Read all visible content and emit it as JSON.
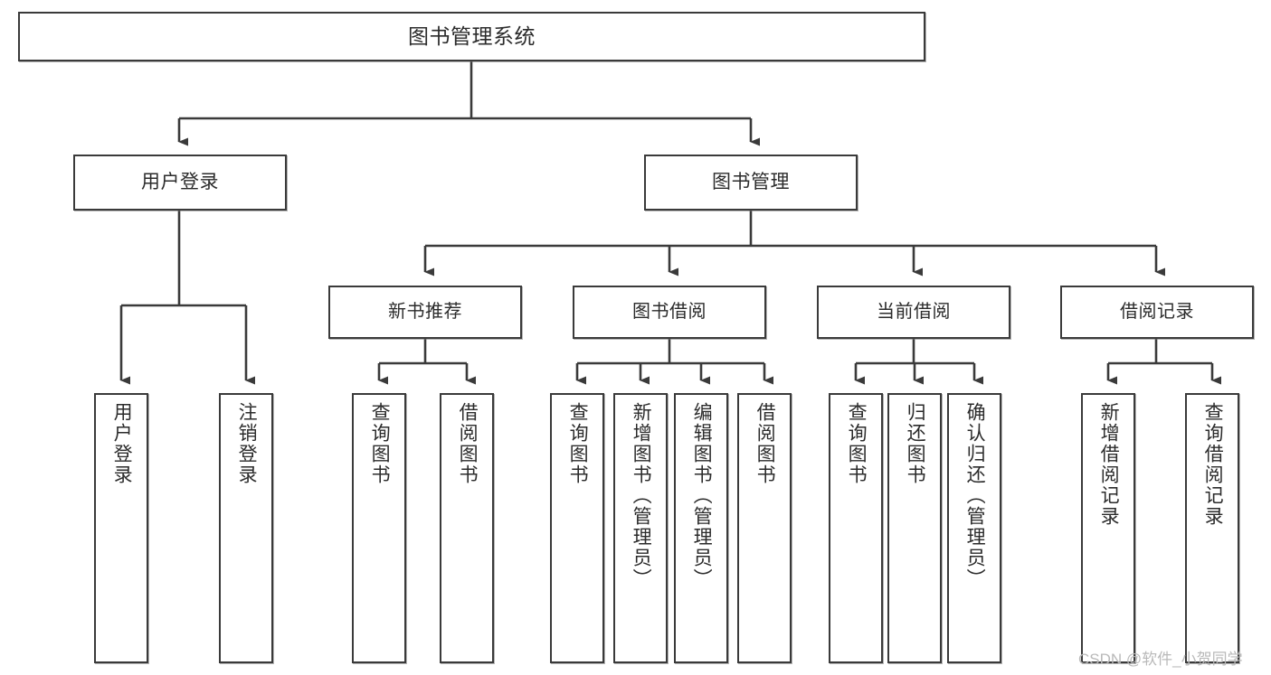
{
  "diagram": {
    "title": "图书管理系统",
    "type": "hierarchy-tree",
    "orientation": "top-down",
    "watermark": "CSDN @软件_小贺同学",
    "colors": {
      "box_border": "#3a3a3a",
      "box_fill": "#ffffff",
      "text": "#2b2b2b",
      "edge": "#3a3a3a",
      "watermark": "#b9b9b9",
      "background": "#ffffff"
    },
    "nodes": {
      "root": {
        "label": "图书管理系统"
      },
      "level2": [
        {
          "id": "user-login",
          "label": "用户登录"
        },
        {
          "id": "book-management",
          "label": "图书管理"
        }
      ],
      "level3": [
        {
          "id": "new-book-recommend",
          "label": "新书推荐"
        },
        {
          "id": "book-borrow",
          "label": "图书借阅"
        },
        {
          "id": "current-borrow",
          "label": "当前借阅"
        },
        {
          "id": "borrow-record",
          "label": "借阅记录"
        }
      ],
      "leaves": {
        "user-login": [
          {
            "id": "leaf-user-login",
            "label": "用户登录"
          },
          {
            "id": "leaf-logout-login",
            "label": "注销登录"
          }
        ],
        "new-book-recommend": [
          {
            "id": "leaf-query-book-1",
            "label": "查询图书"
          },
          {
            "id": "leaf-borrow-book-1",
            "label": "借阅图书"
          }
        ],
        "book-borrow": [
          {
            "id": "leaf-query-book-2",
            "label": "查询图书"
          },
          {
            "id": "leaf-add-book",
            "label": "新增图书（管理员）"
          },
          {
            "id": "leaf-edit-book",
            "label": "编辑图书（管理员）"
          },
          {
            "id": "leaf-borrow-book-2",
            "label": "借阅图书"
          }
        ],
        "current-borrow": [
          {
            "id": "leaf-query-book-3",
            "label": "查询图书"
          },
          {
            "id": "leaf-return-book",
            "label": "归还图书"
          },
          {
            "id": "leaf-confirm-return",
            "label": "确认归还（管理员）"
          }
        ],
        "borrow-record": [
          {
            "id": "leaf-add-record",
            "label": "新增借阅记录"
          },
          {
            "id": "leaf-query-record",
            "label": "查询借阅记录"
          }
        ]
      }
    }
  }
}
